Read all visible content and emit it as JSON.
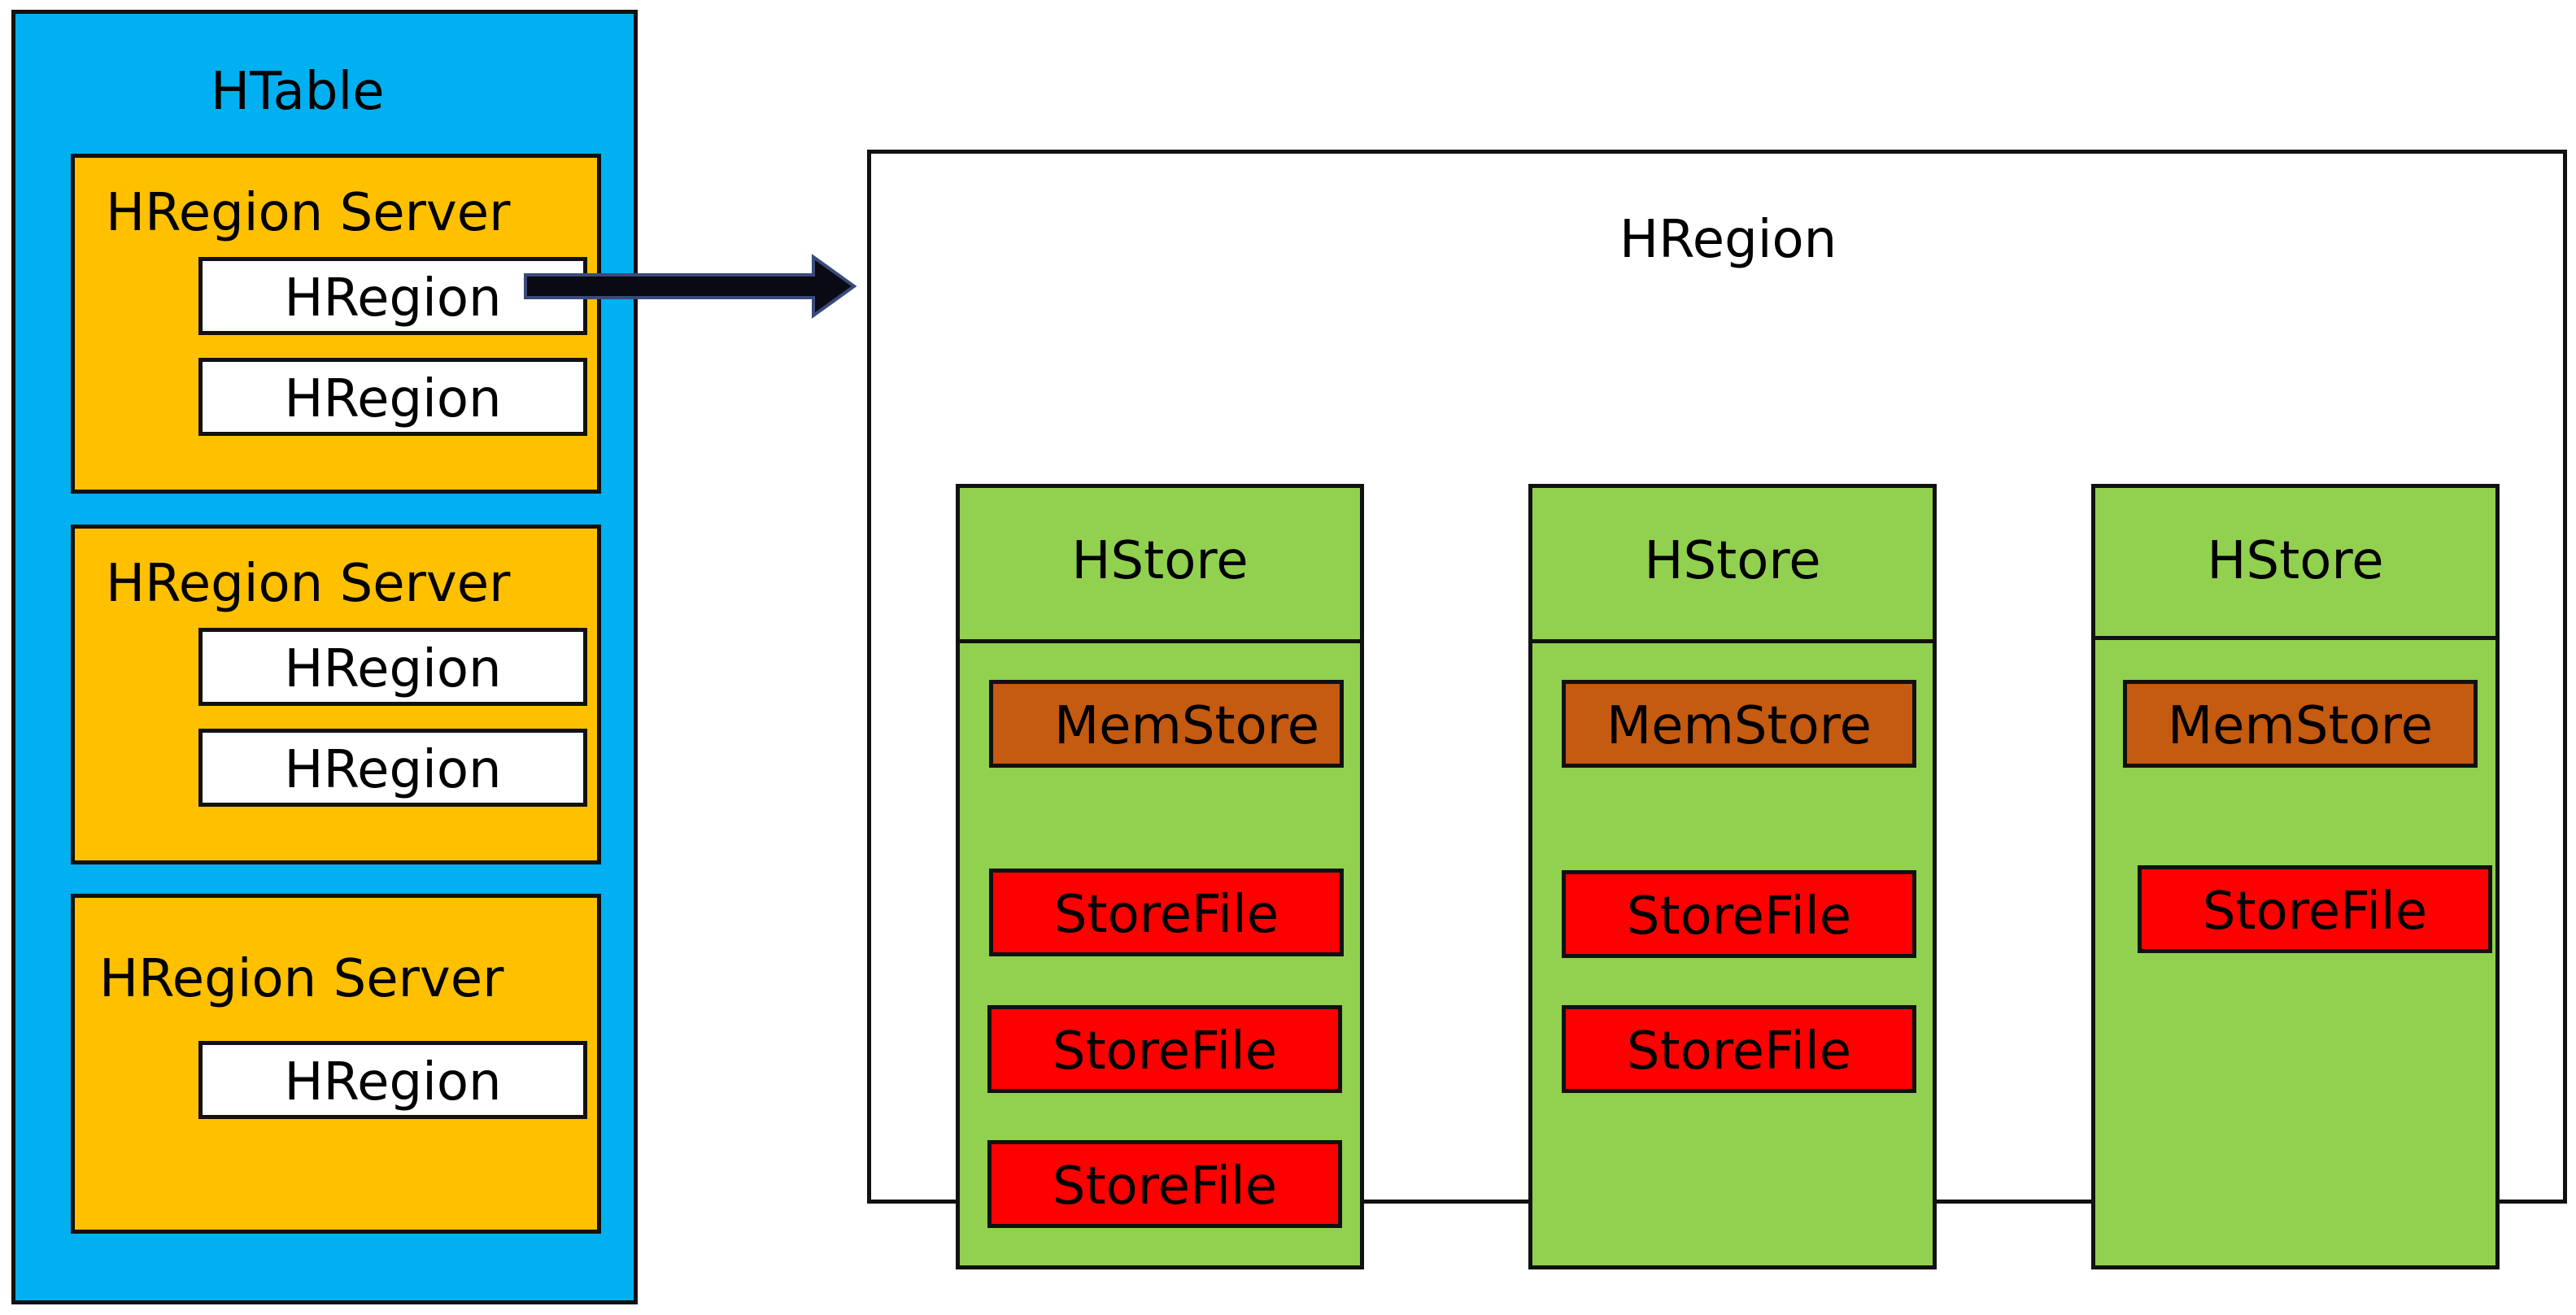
{
  "colors": {
    "htable": "#00b0f0",
    "server": "#ffc000",
    "region": "#ffffff",
    "hstore": "#92d050",
    "memstore": "#c55a11",
    "storefile": "#ff0000",
    "border": "#111111"
  },
  "htable": {
    "title": "HTable",
    "servers": [
      {
        "label": "HRegion Server",
        "regions": [
          "HRegion",
          "HRegion"
        ]
      },
      {
        "label": "HRegion Server",
        "regions": [
          "HRegion",
          "HRegion"
        ]
      },
      {
        "label": "HRegion Server",
        "regions": [
          "HRegion"
        ]
      }
    ]
  },
  "detail": {
    "title": "HRegion",
    "stores": [
      {
        "label": "HStore",
        "memstore": "MemStore",
        "storefiles": [
          "StoreFile",
          "StoreFile",
          "StoreFile"
        ]
      },
      {
        "label": "HStore",
        "memstore": "MemStore",
        "storefiles": [
          "StoreFile",
          "StoreFile"
        ]
      },
      {
        "label": "HStore",
        "memstore": "MemStore",
        "storefiles": [
          "StoreFile"
        ]
      }
    ]
  }
}
